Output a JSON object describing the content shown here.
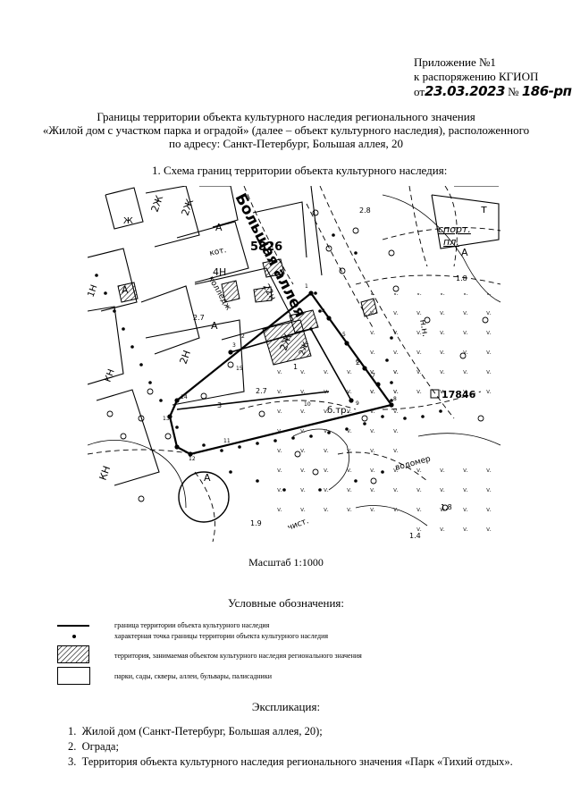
{
  "appendix": {
    "line1": "Приложение №1",
    "line2": "к распоряжению КГИОП",
    "date_prefix": "от",
    "date": "23.03.2023",
    "number_prefix": "№",
    "number": "186-рп"
  },
  "title": {
    "line1": "Границы территории объекта культурного наследия регионального значения",
    "line2": "«Жилой дом с участком парка и оградой» (далее – объект культурного наследия), расположенного",
    "line3": "по адресу: Санкт-Петербург, Большая аллея, 20"
  },
  "section_heading": "1.   Схема границ территории объекта культурного наследия:",
  "map": {
    "street_label": "Большая аллея",
    "labels": {
      "house_number": "5826",
      "kot": "кот.",
      "building_4n": "4Н",
      "college": "колледж",
      "n22": "22н",
      "b2zh_a": "2Ж",
      "b2zh_b": "2Ж",
      "b2n": "2Н",
      "b2zh_house": "2Ж",
      "b2zh_house2": "2Ж",
      "kn": "КН",
      "kn2": "КН",
      "n1n": "1Н",
      "zh": "Ж",
      "a1": "А",
      "a2": "А",
      "a3": "А",
      "a4": "А",
      "a5": "А",
      "sport": "спорт.",
      "pl": "пл.",
      "t": "т",
      "btr": "б.тр.",
      "vodomer": "водомер",
      "chist": "чист.",
      "nn": "н.н.",
      "marker": "17846",
      "e28": "2.8",
      "e27a": "2.7",
      "e27b": "2.7",
      "e18a": "1.8",
      "e18b": "1.8",
      "e19": "1.9",
      "e14": "1.4",
      "p1": "1",
      "p2": "2",
      "p3": "3",
      "p4": "4",
      "p5": "5",
      "p6": "6",
      "p7": "7",
      "p8": "8",
      "p9": "9",
      "p10": "10",
      "p11": "11",
      "p12": "12",
      "p13": "13",
      "p14": "14",
      "p15": "15",
      "z1": "1",
      "z2": "2",
      "z3": "3"
    }
  },
  "scale": "Масштаб 1:1000",
  "legend": {
    "heading": "Условные обозначения:",
    "items": [
      {
        "text": "граница территории объекта культурного наследия"
      },
      {
        "text": "характерная точка границы территории объекта культурного наследия"
      },
      {
        "text": "территория, занимаемая объектом культурного наследия регионального значения"
      },
      {
        "text": "парки, сады, скверы, аллеи, бульвары, палисадники"
      }
    ]
  },
  "explication": {
    "heading": "Экспликация:",
    "items": [
      {
        "num": "1.",
        "text": "Жилой дом (Санкт-Петербург, Большая аллея, 20);"
      },
      {
        "num": "2.",
        "text": "Ограда;"
      },
      {
        "num": "3.",
        "text": "Территория объекта культурного наследия регионального значения «Парк «Тихий отдых»."
      }
    ]
  }
}
